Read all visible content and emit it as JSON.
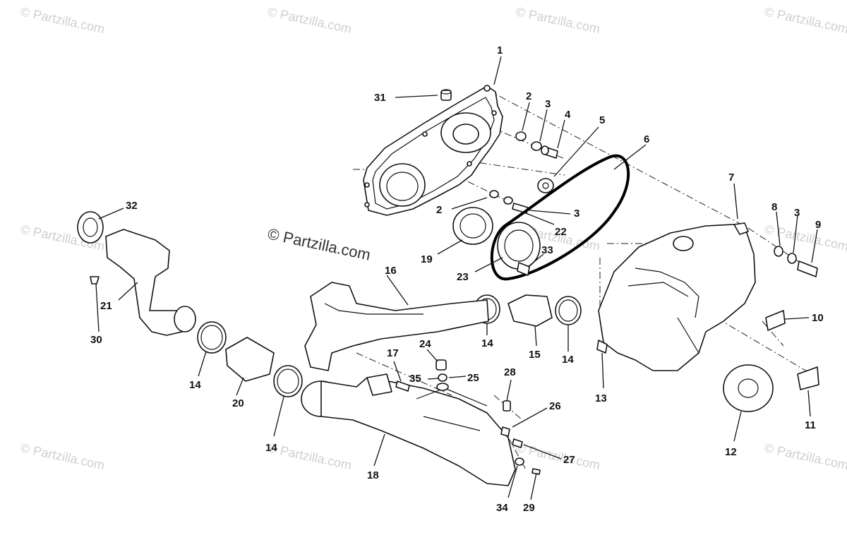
{
  "watermark": {
    "text": "© Partzilla.com",
    "color": "#cfcfcf"
  },
  "center_watermark": {
    "text": "© Partzilla.com",
    "color": "#333333"
  },
  "callouts": [
    {
      "id": "c1",
      "label": "1"
    },
    {
      "id": "c2a",
      "label": "2"
    },
    {
      "id": "c3a",
      "label": "3"
    },
    {
      "id": "c4",
      "label": "4"
    },
    {
      "id": "c5",
      "label": "5"
    },
    {
      "id": "c6",
      "label": "6"
    },
    {
      "id": "c31",
      "label": "31"
    },
    {
      "id": "c2b",
      "label": "2"
    },
    {
      "id": "c3b",
      "label": "3"
    },
    {
      "id": "c22",
      "label": "22"
    },
    {
      "id": "c19",
      "label": "19"
    },
    {
      "id": "c23",
      "label": "23"
    },
    {
      "id": "c33",
      "label": "33"
    },
    {
      "id": "c7",
      "label": "7"
    },
    {
      "id": "c8",
      "label": "8"
    },
    {
      "id": "c3c",
      "label": "3"
    },
    {
      "id": "c9",
      "label": "9"
    },
    {
      "id": "c32",
      "label": "32"
    },
    {
      "id": "c21",
      "label": "21"
    },
    {
      "id": "c30",
      "label": "30"
    },
    {
      "id": "c16",
      "label": "16"
    },
    {
      "id": "c14a",
      "label": "14"
    },
    {
      "id": "c15",
      "label": "15"
    },
    {
      "id": "c14b",
      "label": "14"
    },
    {
      "id": "c10",
      "label": "10"
    },
    {
      "id": "c13",
      "label": "13"
    },
    {
      "id": "c11",
      "label": "11"
    },
    {
      "id": "c12",
      "label": "12"
    },
    {
      "id": "c14c",
      "label": "14"
    },
    {
      "id": "c20",
      "label": "20"
    },
    {
      "id": "c14d",
      "label": "14"
    },
    {
      "id": "c17",
      "label": "17"
    },
    {
      "id": "c24",
      "label": "24"
    },
    {
      "id": "c35",
      "label": "35"
    },
    {
      "id": "c25",
      "label": "25"
    },
    {
      "id": "c28",
      "label": "28"
    },
    {
      "id": "c26",
      "label": "26"
    },
    {
      "id": "c27",
      "label": "27"
    },
    {
      "id": "c18",
      "label": "18"
    },
    {
      "id": "c34",
      "label": "34"
    },
    {
      "id": "c29",
      "label": "29"
    }
  ]
}
